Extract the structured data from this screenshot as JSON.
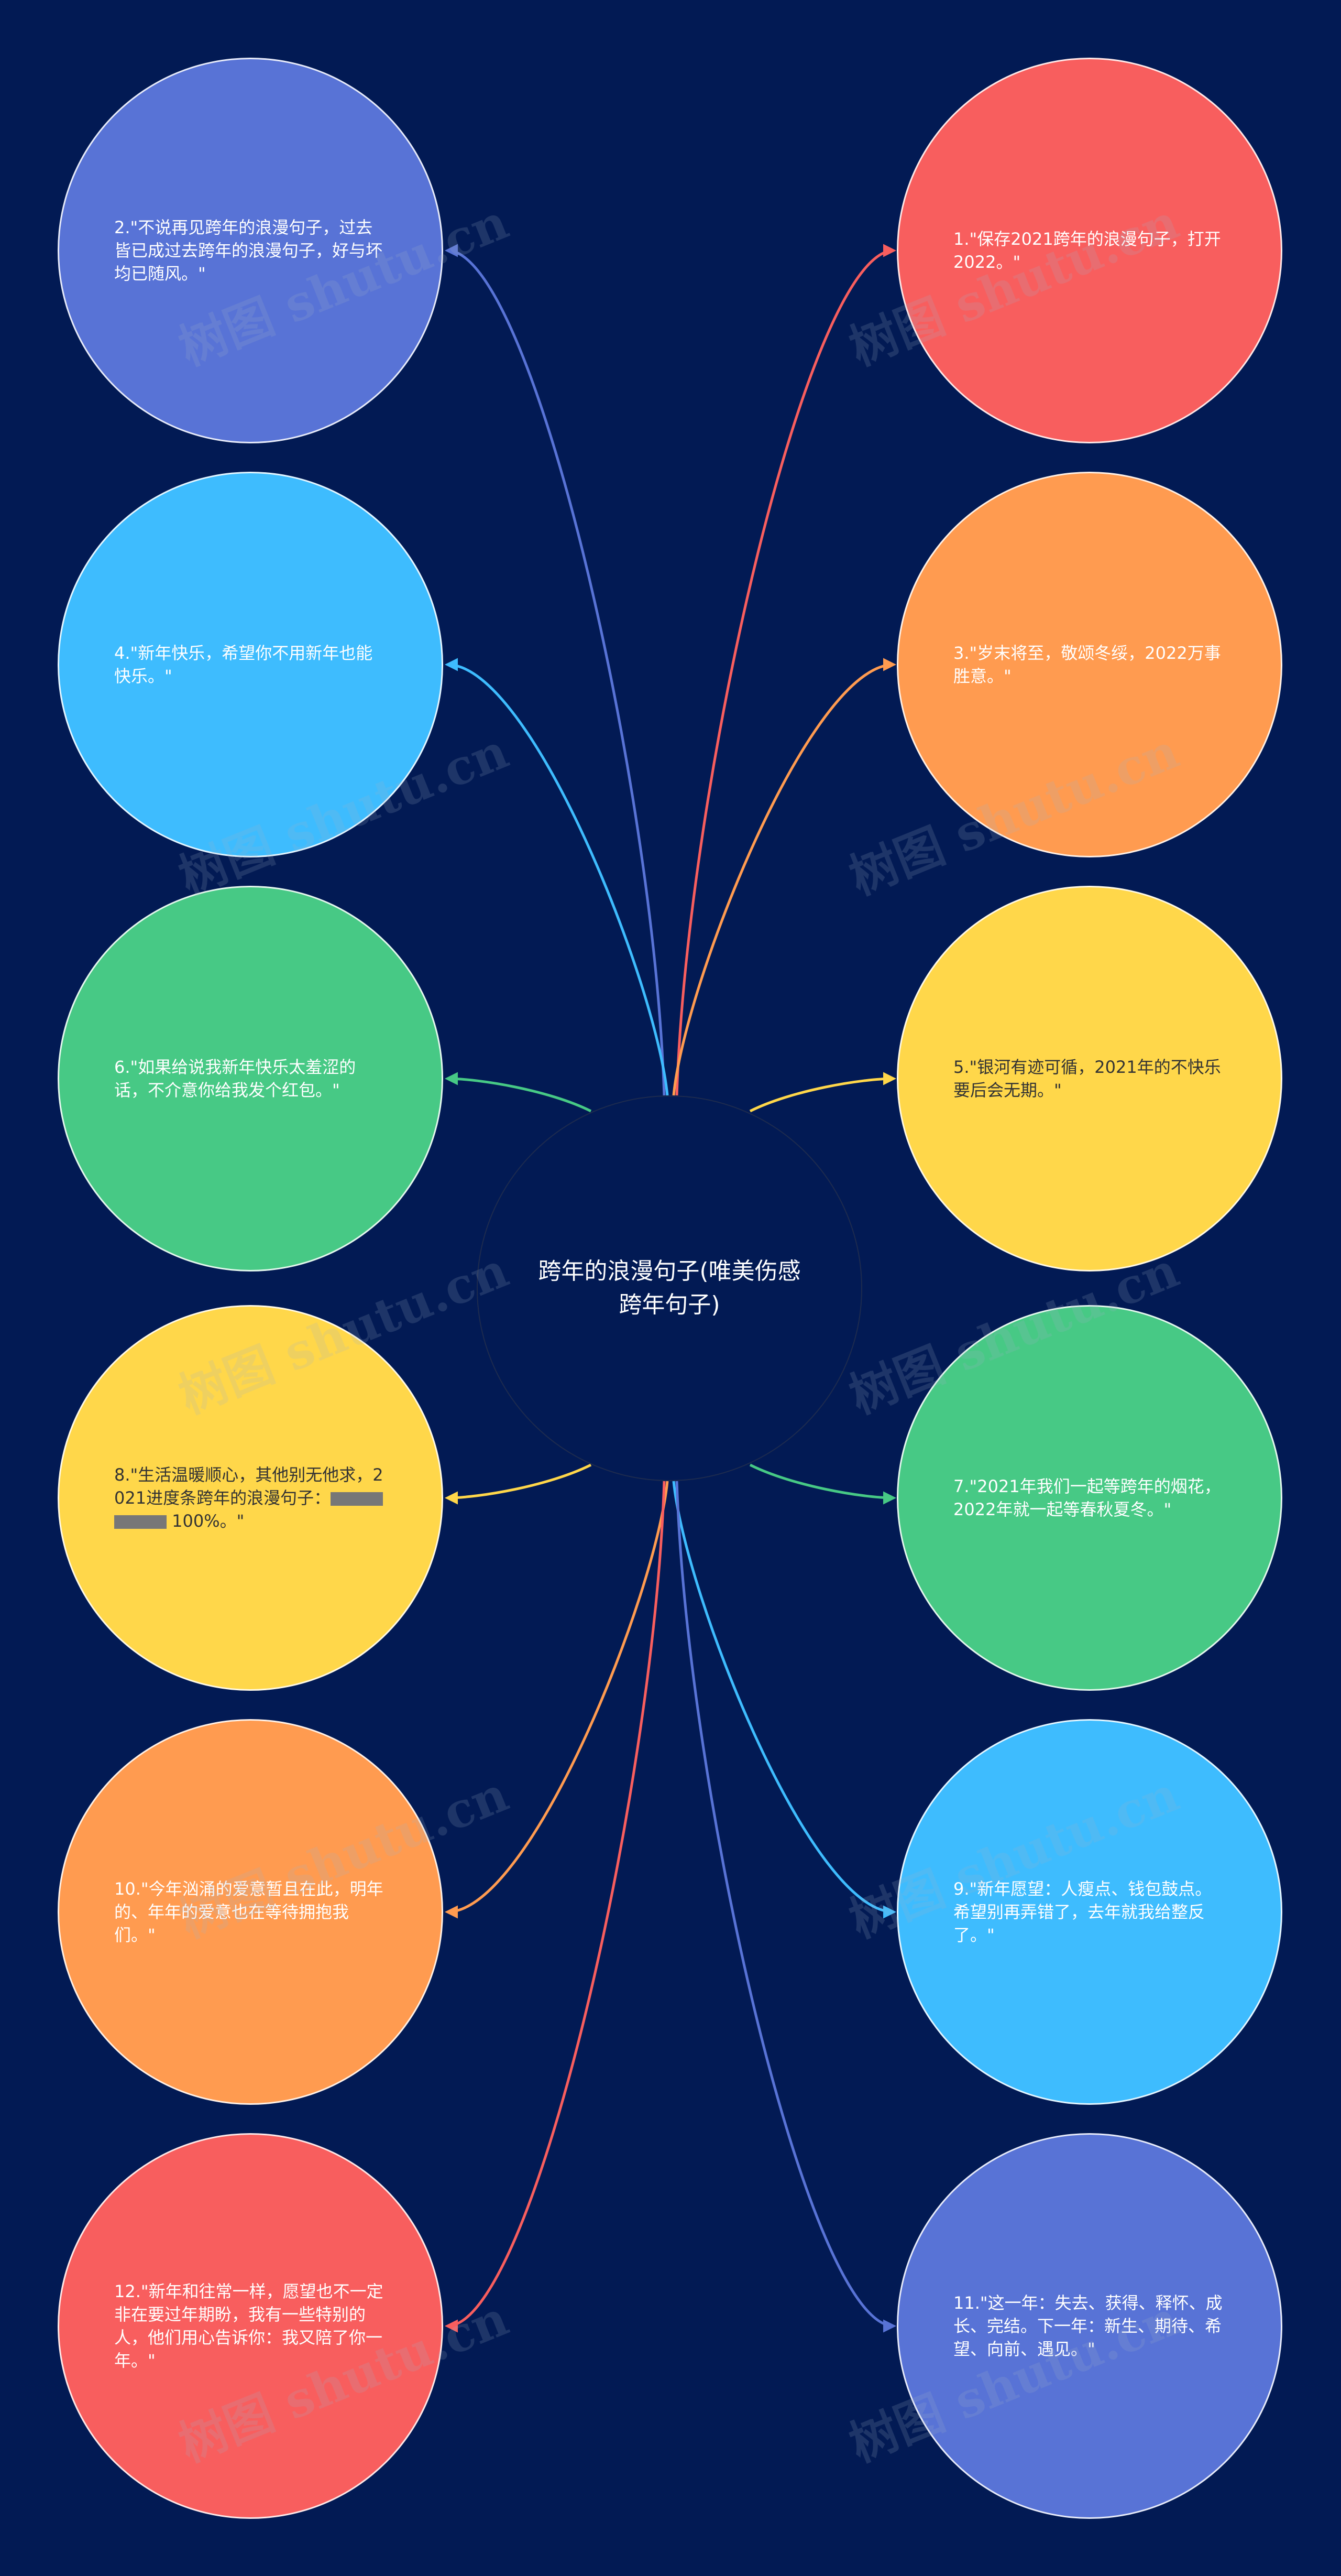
{
  "center": {
    "title": "跨年的浪漫句子(唯美伤感跨年句子)"
  },
  "watermark": "树图 shutu.cn",
  "nodes": [
    {
      "text": "1.\"保存2021跨年的浪漫句子，打开2022。\"",
      "color": "#f85e5e",
      "side": "right"
    },
    {
      "text": "2.\"不说再见跨年的浪漫句子，过去皆已成过去跨年的浪漫句子，好与坏均已随风。\"",
      "color": "#5873d6",
      "side": "left"
    },
    {
      "text": "3.\"岁末将至，敬颂冬绥，2022万事胜意。\"",
      "color": "#ff9b50",
      "side": "right"
    },
    {
      "text": "4.\"新年快乐，希望你不用新年也能快乐。\"",
      "color": "#3ebcfe",
      "side": "left"
    },
    {
      "text": "5.\"银河有迹可循，2021年的不快乐要后会无期。\"",
      "color": "#ffd74a",
      "side": "right"
    },
    {
      "text": "6.\"如果给说我新年快乐太羞涩的话，不介意你给我发个红包。\"",
      "color": "#47c985",
      "side": "left"
    },
    {
      "text": "7.\"2021年我们一起等跨年的烟花，2022年就一起等春秋夏冬。\"",
      "color": "#47c985",
      "side": "right"
    },
    {
      "text_before": "8.\"生活温暖顺心，其他别无他求，2021进度条跨年的浪漫句子：",
      "text_after": " 100%。\"",
      "color": "#ffd74a",
      "side": "left"
    },
    {
      "text": "9.\"新年愿望：人瘦点、钱包鼓点。希望别再弄错了，去年就我给整反了。\"",
      "color": "#3ebcfe",
      "side": "right"
    },
    {
      "text": "10.\"今年汹涌的爱意暂且在此，明年的、年年的爱意也在等待拥抱我们。\"",
      "color": "#ff9b50",
      "side": "left"
    },
    {
      "text": "11.\"这一年：失去、获得、释怀、成长、完结。下一年：新生、期待、希望、向前、遇见。\"",
      "color": "#5873d6",
      "side": "right"
    },
    {
      "text": "12.\"新年和往常一样，愿望也不一定非在要过年期盼，我有一些特别的人，他们用心告诉你：我又陪了你一年。\"",
      "color": "#f85e5e",
      "side": "left"
    }
  ]
}
